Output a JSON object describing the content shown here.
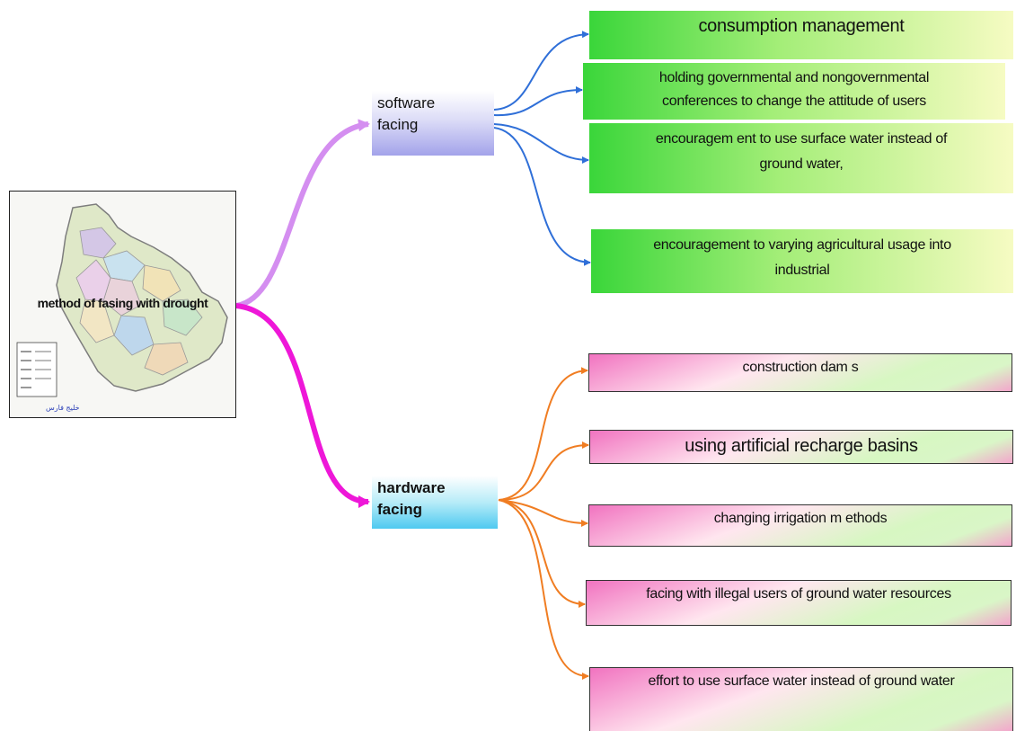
{
  "root": {
    "label": "method of fasing with drought"
  },
  "categories": {
    "software": {
      "label_line1": "software",
      "label_line2": "facing"
    },
    "hardware": {
      "label_line1": "hardware",
      "label_line2": "facing"
    }
  },
  "software_items": [
    {
      "line1": "consumption management",
      "line2": ""
    },
    {
      "line1": "holding governmental and nongovernmental",
      "line2": "conferences to change the attitude of users"
    },
    {
      "line1": "encouragem ent to use surface water instead of",
      "line2": "ground water,"
    },
    {
      "line1": "encouragement to varying agricultural usage into",
      "line2": "industrial"
    }
  ],
  "hardware_items": [
    {
      "line1": "construction dam s"
    },
    {
      "line1": "using artificial recharge basins"
    },
    {
      "line1": "changing  irrigation m ethods"
    },
    {
      "line1": "facing with illegal users of ground water resources"
    },
    {
      "line1": "effort  to use surface water instead of ground water"
    }
  ],
  "map_caption": "خلیج فارس",
  "colors": {
    "root_to_software": "#d48ef0",
    "root_to_hardware": "#ee17d8",
    "software_links": "#2f6fd8",
    "hardware_links": "#f07d22"
  }
}
